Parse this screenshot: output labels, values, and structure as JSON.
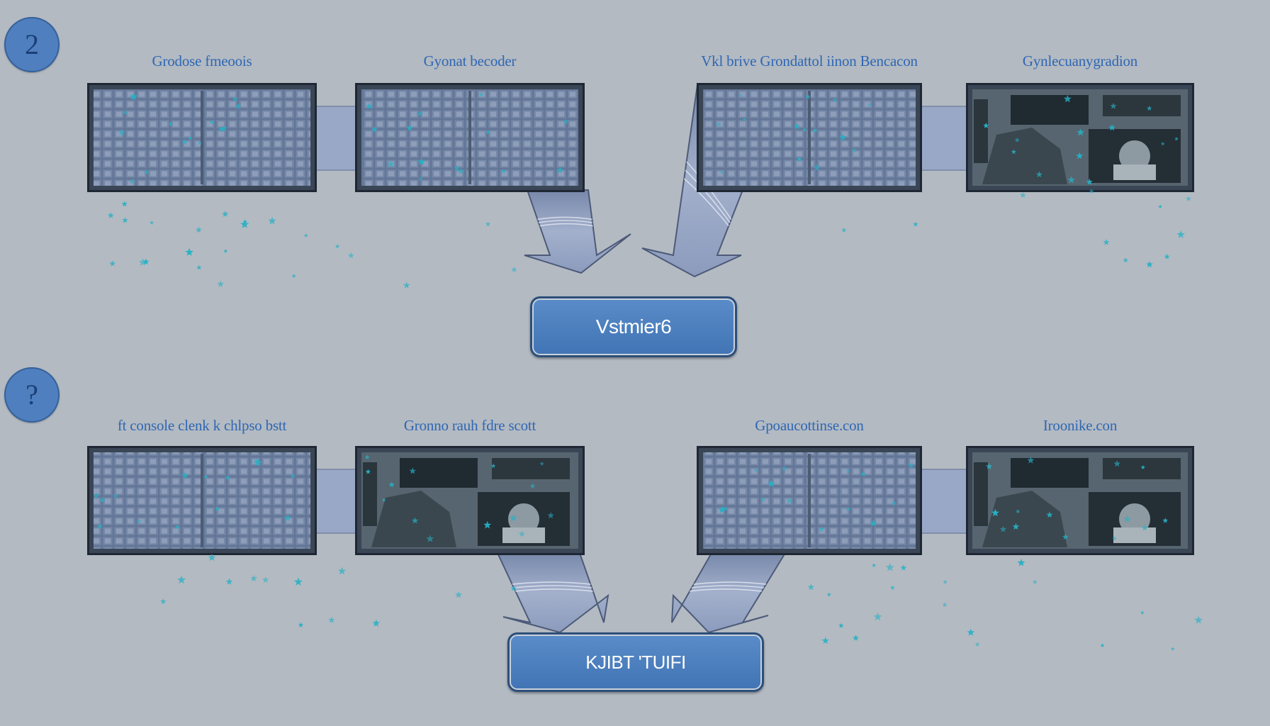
{
  "rows": [
    {
      "step_badge": "2",
      "panels": [
        {
          "label": "Grodose fmeoois",
          "kind": "grid"
        },
        {
          "label": "Gyonat becoder",
          "kind": "grid"
        },
        {
          "label": "Vkl brive Grondattol iinon Bencacon",
          "kind": "grid"
        },
        {
          "label": "Gynlecuanygradion",
          "kind": "photo"
        }
      ],
      "result_label": "Vstmier6"
    },
    {
      "step_badge": "?",
      "panels": [
        {
          "label": "ft console clenk k chlpso bstt",
          "kind": "grid"
        },
        {
          "label": "Gronno rauh fdre scott",
          "kind": "photo"
        },
        {
          "label": "Gpoaucottinse.con",
          "kind": "grid"
        },
        {
          "label": "Iroonike.con",
          "kind": "photo"
        }
      ],
      "result_label": "KJIBT 'TUIFI"
    }
  ],
  "colors": {
    "background": "#b3bac2",
    "label_text": "#2f67b3",
    "badge": "#4f7fbe",
    "result_box": "#4a7fc0",
    "arrow": "#8f9fc0",
    "connector": "#9aa8c8",
    "panel_frame": "#2a3442",
    "grid_fill": "#6d7d96",
    "photo_fill": "#4b5b68",
    "sparkle": "#27b0c4"
  },
  "icons": {
    "sparkle": "star-sparkle-icon",
    "arrow": "down-arrow-icon"
  }
}
